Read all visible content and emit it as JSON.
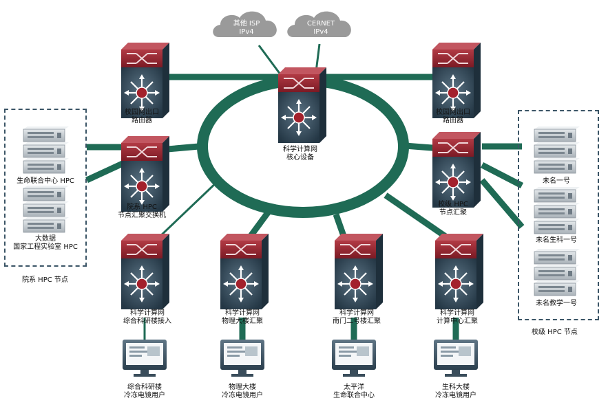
{
  "clouds": [
    {
      "id": "isp",
      "line1": "其他 ISP",
      "line2": "IPv4"
    },
    {
      "id": "cernet",
      "line1": "CERNET",
      "line2": "IPv4"
    }
  ],
  "core_ring": {
    "color": "#1f6b55"
  },
  "switches": {
    "core": {
      "line1": "科学计算网",
      "line2": "核心设备"
    },
    "router_left": {
      "line1": "校园网出口",
      "line2": "路由器"
    },
    "router_right": {
      "line1": "校园网出口",
      "line2": "路由器"
    },
    "dept_agg": {
      "line1": "院系 HPC",
      "line2": "节点汇聚交换机"
    },
    "campus_agg": {
      "line1": "校级 HPC",
      "line2": "节点汇聚"
    },
    "access_1": {
      "line1": "科学计算网",
      "line2": "综合科研楼接入"
    },
    "access_2": {
      "line1": "科学计算网",
      "line2": "物理大楼汇聚"
    },
    "access_3": {
      "line1": "科学计算网",
      "line2": "南门二号楼汇聚"
    },
    "access_4": {
      "line1": "科学计算网",
      "line2": "计算中心汇聚"
    }
  },
  "left_group": {
    "label": "院系 HPC 节点",
    "servers": [
      {
        "line1": "生命联合中心 HPC"
      },
      {
        "line1": "大数据",
        "line2": "国家工程实验室 HPC"
      }
    ]
  },
  "right_group": {
    "label": "校级 HPC 节点",
    "servers": [
      {
        "line1": "未名一号"
      },
      {
        "line1": "未名生科一号"
      },
      {
        "line1": "未名教学一号"
      }
    ]
  },
  "terminals": [
    {
      "line1": "综合科研楼",
      "line2": "冷冻电镜用户"
    },
    {
      "line1": "物理大楼",
      "line2": "冷冻电镜用户"
    },
    {
      "line1": "太平洋",
      "line2": "生命联合中心"
    },
    {
      "line1": "生科大楼",
      "line2": "冷冻电镜用户"
    }
  ],
  "colors": {
    "link_green": "#1f6b55",
    "switch_top": "#8f1f2a",
    "switch_body": "#2f4656",
    "cloud_gray": "#9a9a9a",
    "server_gray": "#c7cdd3"
  }
}
